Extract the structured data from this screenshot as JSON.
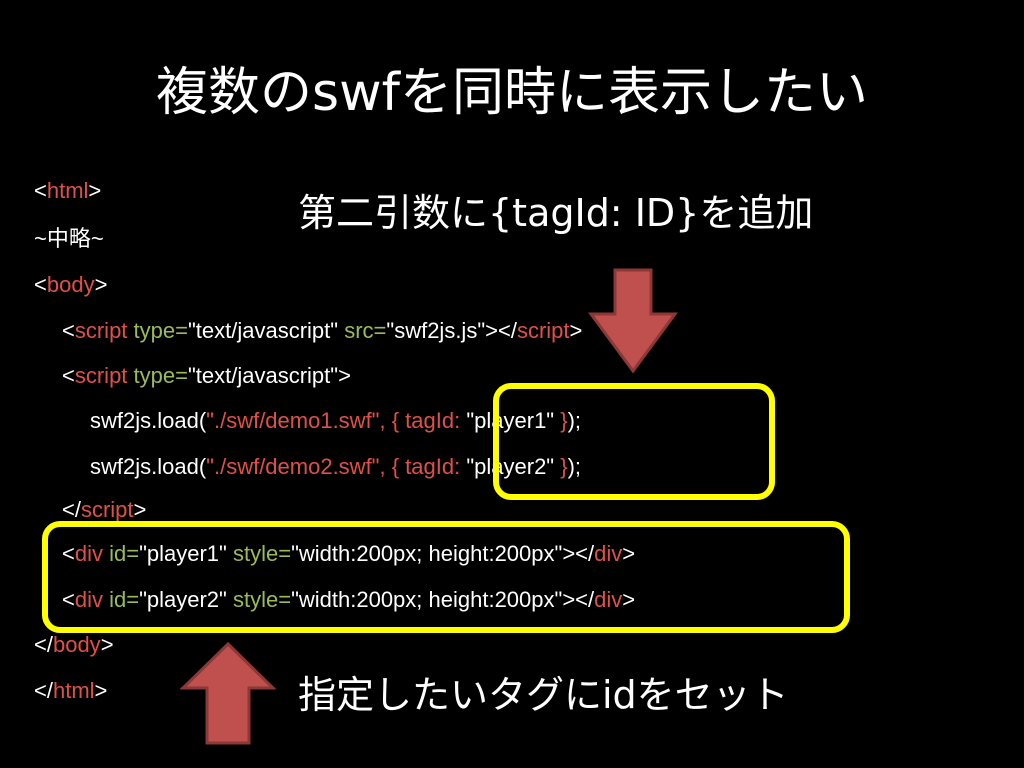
{
  "slide": {
    "title": "複数のswfを同時に表示したい",
    "callout_top": "第二引数に{tagId: ID}を追加",
    "callout_bottom": "指定したいタグにidをセット"
  },
  "code": {
    "l1_open": "<",
    "l1_tag": "html",
    "l1_close": ">",
    "l2_text": "~中略~",
    "l3_open": "<",
    "l3_tag": "body",
    "l3_close": ">",
    "l4_open": "<",
    "l4_tag": "script",
    "l4_attr1": " type=",
    "l4_val1": "\"text/javascript\"",
    "l4_attr2": " src=",
    "l4_val2": "\"swf2js.js\">",
    "l4_close_open": "</",
    "l4_close_tag": "script",
    "l4_close": ">",
    "l5_open": "<",
    "l5_tag": "script",
    "l5_attr1": " type=",
    "l5_val1": "\"text/javascript\">",
    "l6_fn": "swf2js.load(",
    "l6_str": "\"./swf/demo1.swf\"",
    "l6_brace1": ", { tagId: ",
    "l6_val": "\"player1\"",
    "l6_brace2": " }",
    "l6_end": ");",
    "l7_fn": "swf2js.load(",
    "l7_str": "\"./swf/demo2.swf\"",
    "l7_brace1": ", { tagId: ",
    "l7_val": "\"player2\"",
    "l7_brace2": " }",
    "l7_end": ");",
    "l8_open": "</",
    "l8_tag": "script",
    "l8_close": ">",
    "l9_open": "<",
    "l9_tag": "div",
    "l9_attr1": "  id=",
    "l9_val1": "\"player1\"",
    "l9_attr2": " style=",
    "l9_val2": "\"width:200px; height:200px\"",
    "l9_mid": "></",
    "l9_tag2": "div",
    "l9_close": ">",
    "l10_open": "<",
    "l10_tag": "div",
    "l10_attr1": "  id=",
    "l10_val1": "\"player2\"",
    "l10_attr2": " style=",
    "l10_val2": "\"width:200px; height:200px\"",
    "l10_mid": "></",
    "l10_tag2": "div",
    "l10_close": ">",
    "l11_open": "</",
    "l11_tag": "body",
    "l11_close": ">",
    "l12_open": "</",
    "l12_tag": "html",
    "l12_close": ">"
  },
  "colors": {
    "background": "#000000",
    "tag": "#e0504a",
    "attribute": "#9bbb59",
    "highlight_box": "#ffff00",
    "arrow_fill": "#c0504d",
    "arrow_stroke": "#8c3836"
  }
}
